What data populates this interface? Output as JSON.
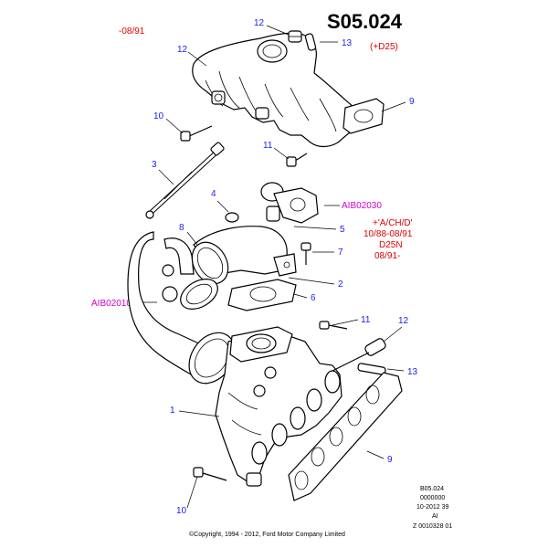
{
  "title": "S05.024",
  "notes": {
    "top_left_red": "-08/91",
    "top_right_red": "(+D25)",
    "right_red_lines": [
      "+'A/CH/D'",
      "10/88-08/91",
      "D25N",
      "08/91-"
    ]
  },
  "refs": {
    "upper": "AIB02030",
    "left": "AIB02010"
  },
  "callouts": {
    "c12_top": "12",
    "c13_top": "13",
    "c12_left": "12",
    "c9_top": "9",
    "c10_top": "10",
    "c11_top": "11",
    "c3": "3",
    "c4": "4",
    "c8": "8",
    "c5": "5",
    "c7": "7",
    "c2": "2",
    "c6": "6",
    "c11_mid": "11",
    "c12_mid": "12",
    "c13_mid": "13",
    "c1": "1",
    "c9_bottom": "9",
    "c10_bottom": "10"
  },
  "footer": {
    "code": "B05.024",
    "number": "0000000",
    "date": "10-2012 39",
    "region": "AI",
    "doc": "Z 0010328 01",
    "copyright": "©Copyright, 1994 - 2012, Ford Motor Company Limited"
  }
}
